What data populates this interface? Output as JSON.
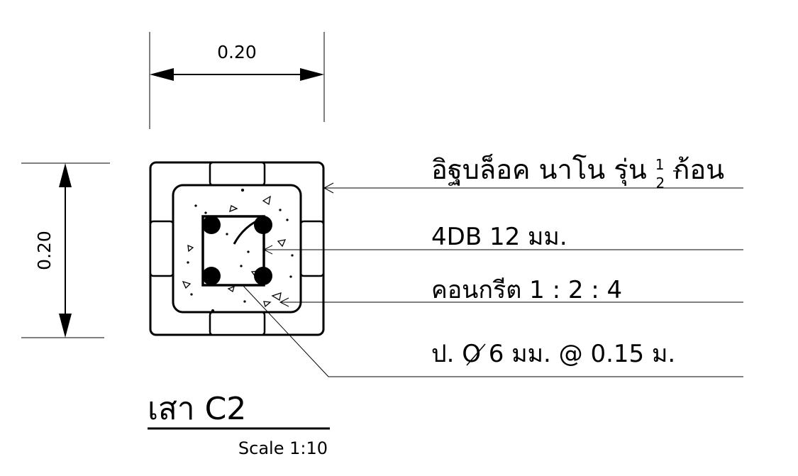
{
  "dimensions": {
    "width_label": "0.20",
    "height_label": "0.20"
  },
  "callouts": [
    {
      "before": "อิฐบล็อค นาโน รุ่น ",
      "frac_num": "1",
      "frac_den": "2",
      "after": " ก้อน"
    },
    {
      "text": "4DB 12 มม."
    },
    {
      "text": "คอนกรีต 1 : 2 : 4"
    },
    {
      "prefix": "ป. ",
      "dia_symbol": "O",
      "suffix": " 6 มม. @ 0.15 ม."
    }
  ],
  "title": {
    "name": "เสา C2",
    "scale": "Scale 1:10"
  }
}
